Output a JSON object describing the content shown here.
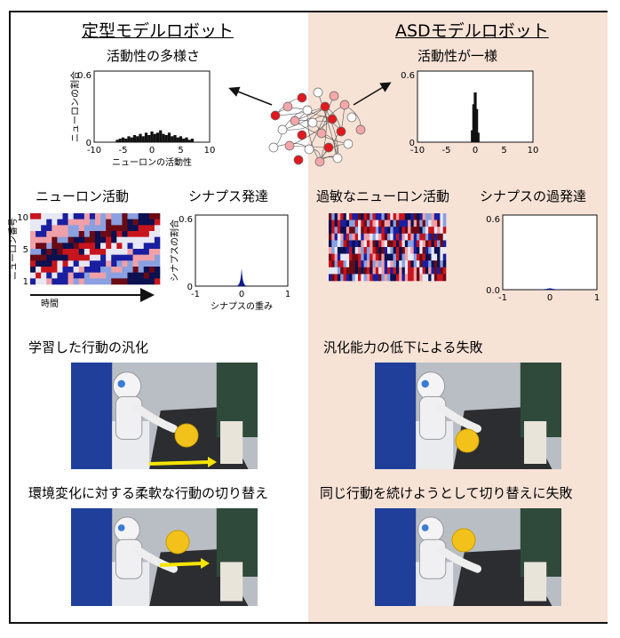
{
  "headings": {
    "typical": "定型モデルロボット",
    "asd": "ASDモデルロボット"
  },
  "panels": {
    "activity_diversity": "活動性の多様さ",
    "activity_uniform": "活動性が一様",
    "neuron_activity": "ニューロン活動",
    "synapse_development": "シナプス発達",
    "hypersensitive_activity": "過敏なニューロン活動",
    "synapse_overdevelopment": "シナプスの過発達",
    "generalization": "学習した行動の汎化",
    "generalization_failure": "汎化能力の低下による失敗",
    "flexible_switching": "環境変化に対する柔軟な行動の切り替え",
    "switching_failure": "同じ行動を続けようとして切り替えに失敗"
  },
  "raster": {
    "ylabel": "ニューロン番号",
    "xlabel": "時間",
    "ticks": [
      "10",
      "5",
      "1"
    ]
  },
  "colors": {
    "asd_background": "#f7e2d6",
    "neuron_red": "#e0191e",
    "neuron_pink": "#f4a7a9",
    "dist_fill": "#0a1a8c",
    "arrow_yellow": "#f6e400",
    "ball_yellow": "#f2c21b"
  },
  "chart_data": [
    {
      "type": "bar",
      "xlabel": "ニューロンの活動性",
      "ylabel": "ニューロンの割合",
      "xlim": [
        -10,
        10
      ],
      "ylim": [
        0,
        0.6
      ],
      "xticks": [
        "-10",
        "-5",
        "0",
        "5",
        "10"
      ],
      "yticks": [
        "0",
        "0.6"
      ],
      "x": [
        -6,
        -5.5,
        -5,
        -4.5,
        -4,
        -3.5,
        -3,
        -2.5,
        -2,
        -1.5,
        -1,
        -0.5,
        0,
        0.5,
        1,
        1.5,
        2,
        2.5,
        3,
        3.5,
        4,
        4.5,
        5,
        5.5,
        6,
        6.5,
        7
      ],
      "values": [
        0.02,
        0.03,
        0.04,
        0.03,
        0.05,
        0.04,
        0.06,
        0.05,
        0.07,
        0.05,
        0.08,
        0.06,
        0.09,
        0.07,
        0.08,
        0.1,
        0.07,
        0.06,
        0.08,
        0.05,
        0.06,
        0.04,
        0.05,
        0.03,
        0.04,
        0.02,
        0.03
      ]
    },
    {
      "type": "bar",
      "xlim": [
        -10,
        10
      ],
      "ylim": [
        0,
        0.6
      ],
      "xticks": [
        "-10",
        "-5",
        "0",
        "5",
        "10"
      ],
      "yticks": [
        "0",
        "0.6"
      ],
      "x": [
        -0.5,
        -0.25,
        0,
        0.25,
        0.5
      ],
      "values": [
        0.1,
        0.32,
        0.42,
        0.28,
        0.08
      ]
    },
    {
      "type": "area",
      "xlabel": "シナプスの重み",
      "ylabel": "シナプスの割合",
      "xlim": [
        -1,
        1
      ],
      "ylim": [
        0,
        0.6
      ],
      "xticks": [
        "-1",
        "0",
        "1"
      ],
      "yticks": [
        "0",
        "0.6"
      ],
      "peak": 0.15,
      "width": 0.08
    },
    {
      "type": "area",
      "xlim": [
        -1,
        1
      ],
      "ylim": [
        0,
        0.6
      ],
      "xticks": [
        "-1",
        "0",
        "1"
      ],
      "yticks": [
        "0.0",
        "0.6"
      ],
      "peak": 0.012,
      "width": 0.35
    }
  ]
}
